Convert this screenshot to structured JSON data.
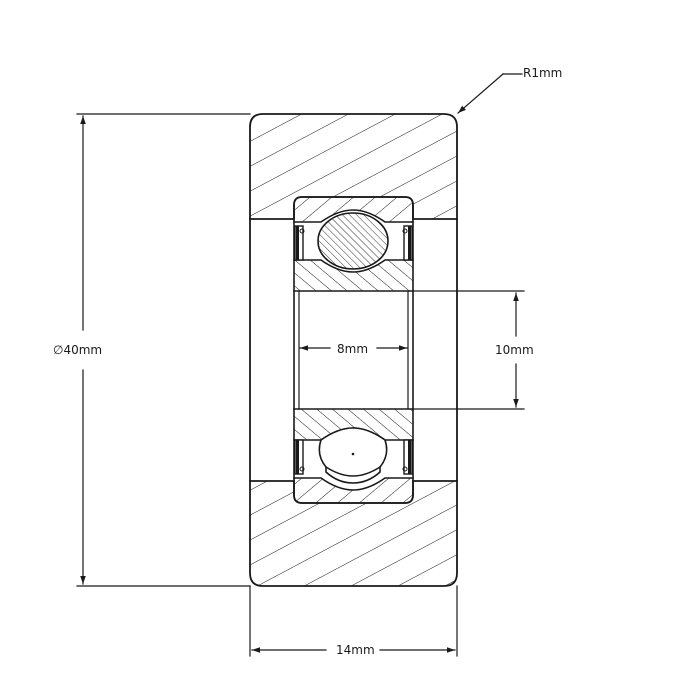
{
  "drawing": {
    "subject": "Bearing roller cross-section",
    "stroke_color": "#1a1a1a",
    "background_color": "#ffffff"
  },
  "dimensions": {
    "radius": {
      "label": "R1mm",
      "value": 1,
      "unit": "mm"
    },
    "outer_diameter": {
      "label": "∅40mm",
      "symbol": "∅",
      "value": 40,
      "unit": "mm"
    },
    "bore": {
      "label": "8mm",
      "value": 8,
      "unit": "mm"
    },
    "inner_height": {
      "label": "10mm",
      "value": 10,
      "unit": "mm"
    },
    "width": {
      "label": "14mm",
      "value": 14,
      "unit": "mm"
    }
  }
}
